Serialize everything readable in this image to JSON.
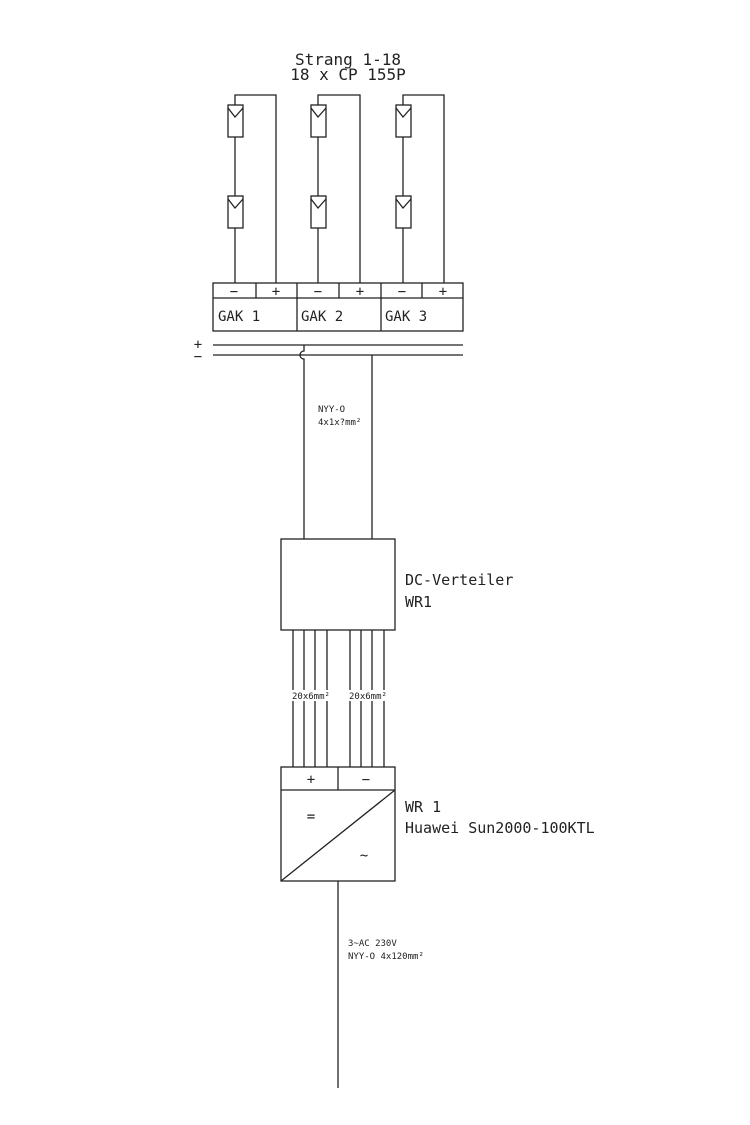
{
  "title": {
    "line1": "Strang 1-18",
    "line2": "18 x CP 155P"
  },
  "gak": [
    {
      "label": "GAK 1",
      "minus": "−",
      "plus": "+"
    },
    {
      "label": "GAK 2",
      "minus": "−",
      "plus": "+"
    },
    {
      "label": "GAK 3",
      "minus": "−",
      "plus": "+"
    }
  ],
  "bus": {
    "plus": "+",
    "minus": "−"
  },
  "dc_cable": {
    "line1": "NYY-O",
    "line2": "4x1x?mm²"
  },
  "dc_distributor": {
    "line1": "DC-Verteiler",
    "line2": "WR1"
  },
  "string_cables": [
    "20x6mm²",
    "20x6mm²"
  ],
  "inverter": {
    "line1": "WR 1",
    "line2": "Huawei Sun2000-100KTL",
    "plus": "+",
    "minus": "−",
    "dc_symbol": "=",
    "ac_symbol": "~"
  },
  "ac_cable": {
    "line1": "3~AC 230V",
    "line2": "NYY-O 4x120mm²"
  }
}
